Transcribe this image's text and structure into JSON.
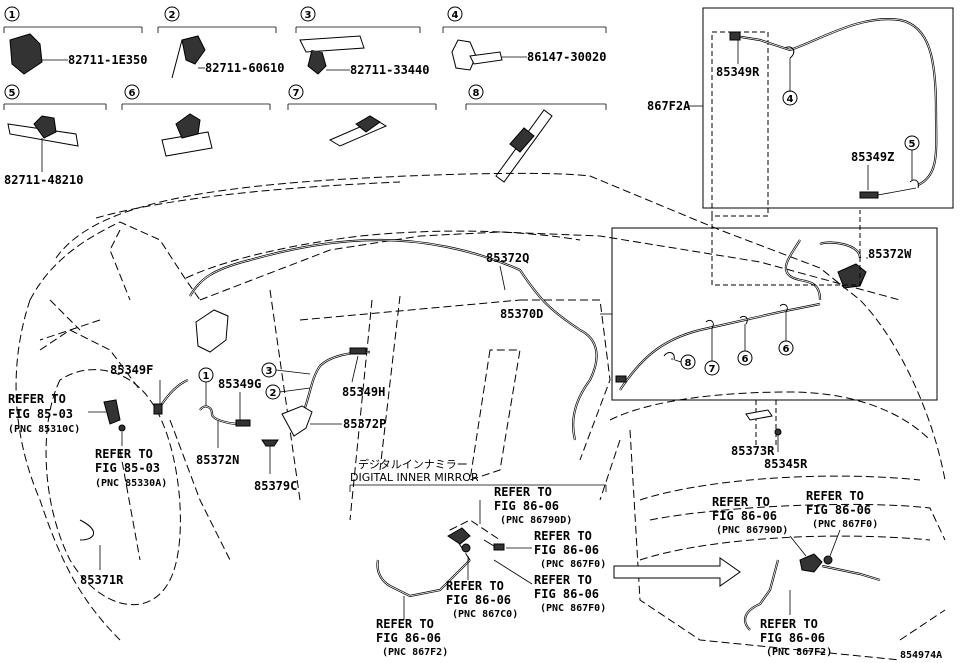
{
  "legend_parts": [
    {
      "num": "1",
      "code": "82711-1E350"
    },
    {
      "num": "2",
      "code": "82711-60610"
    },
    {
      "num": "3",
      "code": "82711-33440"
    },
    {
      "num": "4",
      "code": "86147-30020"
    },
    {
      "num": "5",
      "code": "82711-48210"
    },
    {
      "num": "6",
      "code": ""
    },
    {
      "num": "7",
      "code": ""
    },
    {
      "num": "8",
      "code": ""
    }
  ],
  "callouts": {
    "c85349R": "85349R",
    "c867F2A": "867F2A",
    "c85349Z": "85349Z",
    "c85372W": "85372W",
    "c85372Q": "85372Q",
    "c85370D": "85370D",
    "c85349F": "85349F",
    "c85349G": "85349G",
    "c85349H": "85349H",
    "c85372P": "85372P",
    "c85372N": "85372N",
    "c85379C": "85379C",
    "c85373R": "85373R",
    "c85345R": "85345R",
    "c85371R": "85371R"
  },
  "refs": {
    "fig8503a": {
      "l1": "REFER TO",
      "l2": "FIG 85-03",
      "l3": "(PNC 85310C)"
    },
    "fig8503b": {
      "l1": "REFER TO",
      "l2": "FIG 85-03",
      "l3": "(PNC 85330A)"
    },
    "r86790D": {
      "l1": "REFER TO",
      "l2": "FIG 86-06",
      "l3": "(PNC 86790D)"
    },
    "r867F0a": {
      "l1": "REFER TO",
      "l2": "FIG 86-06",
      "l3": "(PNC 867F0)"
    },
    "r867F0b": {
      "l1": "REFER TO",
      "l2": "FIG 86-06",
      "l3": "(PNC 867F0)"
    },
    "r867C0": {
      "l1": "REFER TO",
      "l2": "FIG 86-06",
      "l3": "(PNC 867C0)"
    },
    "r867F2": {
      "l1": "REFER TO",
      "l2": "FIG 86-06",
      "l3": "(PNC 867F2)"
    },
    "r86790Db": {
      "l1": "REFER TO",
      "l2": "FIG 86-06",
      "l3": "(PNC 86790D)"
    },
    "r867F0c": {
      "l1": "REFER TO",
      "l2": "FIG 86-06",
      "l3": "(PNC 867F0)"
    },
    "r867F2b": {
      "l1": "REFER TO",
      "l2": "FIG 86-06",
      "l3": "(PNC 867F2)"
    }
  },
  "mirror_box": {
    "jp": "デジタルインナミラー",
    "en": "DIGITAL INNER MIRROR"
  },
  "footer_code": "854974A"
}
